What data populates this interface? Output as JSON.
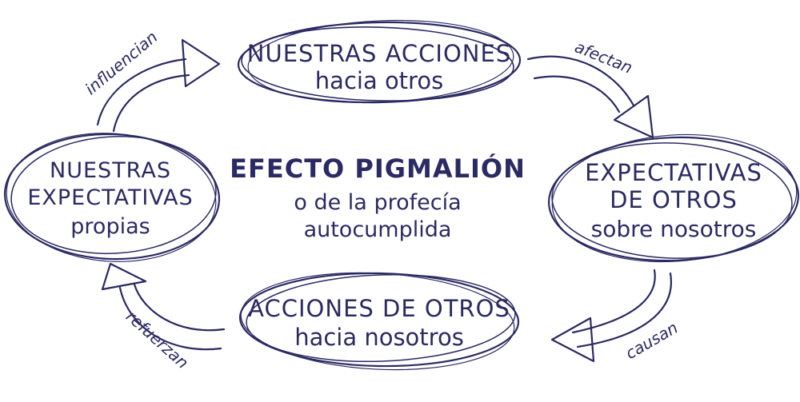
{
  "center": {
    "title": "EFECTO PIGMALIÓN",
    "subtitle_line1": "o de la profecía",
    "subtitle_line2": "autocumplida"
  },
  "nodes": {
    "top": {
      "line1": "NUESTRAS ACCIONES",
      "line2": "hacia otros"
    },
    "right": {
      "line1": "EXPECTATIVAS",
      "line2": "DE OTROS",
      "line3": "sobre nosotros"
    },
    "bottom": {
      "line1": "ACCIONES DE OTROS",
      "line2": "hacia nosotros"
    },
    "left": {
      "line1": "NUESTRAS",
      "line2": "EXPECTATIVAS",
      "line3": "propias"
    }
  },
  "arrows": {
    "top_right": "afectan",
    "bottom_right": "causan",
    "bottom_left": "refuerzan",
    "top_left": "influencian"
  },
  "colors": {
    "ink": "#2b2a63",
    "background": "#ffffff"
  }
}
